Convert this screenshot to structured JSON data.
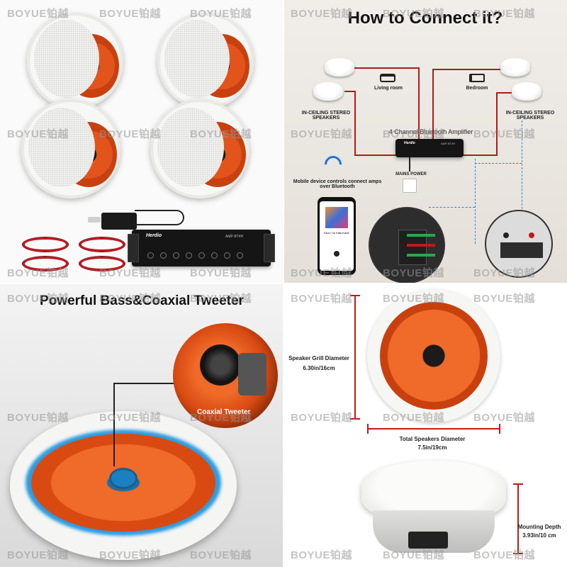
{
  "watermark": "BOYUE铂越",
  "panel_connect": {
    "title": "How to Connect it?",
    "living_room": "Living room",
    "bedroom": "Bedroom",
    "in_ceiling_left": "IN-CEILING STEREO SPEAKERS",
    "in_ceiling_right": "IN-CEILING STEREO SPEAKERS",
    "amplifier_label": "4 Channel Bluetooth Amplifier",
    "mains_power": "MAINS POWER",
    "mobile_text": "Mobile device controls connect amps over Bluetooth",
    "song_title": "Ebon Tui Kitta Karte"
  },
  "amplifier": {
    "brand": "Herdio",
    "model": "AMP-BT4H"
  },
  "panel_bass": {
    "title": "Powerful Bass&Coaxial Tweeter",
    "tweeter_label": "Coaxial Tweeter"
  },
  "panel_dimensions": {
    "grill_label": "Speaker Grill Diameter",
    "grill_value": "6.30in/16cm",
    "total_label": "Total Speakers Diameter",
    "total_value": "7.5in/19cm",
    "depth_label": "Mounting Depth",
    "depth_value": "3.93in/10 cm"
  },
  "colors": {
    "cone_orange": "#e2541c",
    "wire_red": "#b01b1b",
    "dash_blue": "#2c8bd6"
  }
}
